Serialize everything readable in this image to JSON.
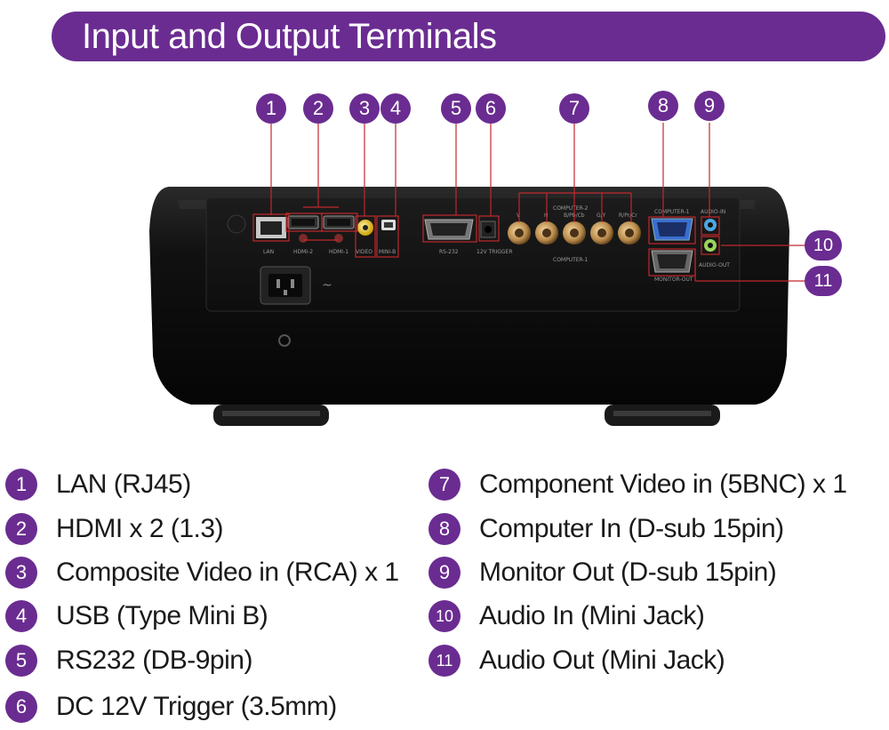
{
  "header": {
    "title": "Input and Output Terminals"
  },
  "colors": {
    "accent": "#6a2c91",
    "callout_line": "#c0282d",
    "body": "#0d0d0d"
  },
  "callouts": [
    {
      "num": "1"
    },
    {
      "num": "2"
    },
    {
      "num": "3"
    },
    {
      "num": "4"
    },
    {
      "num": "5"
    },
    {
      "num": "6"
    },
    {
      "num": "7"
    },
    {
      "num": "8"
    },
    {
      "num": "9"
    },
    {
      "num": "10"
    },
    {
      "num": "11"
    }
  ],
  "panel": {
    "labels": {
      "lan": "LAN",
      "hdmi2": "HDMI-2",
      "hdmi1": "HDMI-1",
      "video": "VIDEO",
      "mini_b": "MINI-B",
      "rs232": "RS-232",
      "trigger": "12V TRIGGER",
      "computer2": "COMPUTER-2",
      "computer1": "COMPUTER-1",
      "bnc": [
        "V",
        "H",
        "B/Pb/Cb",
        "G/Y",
        "R/Pr/Cr"
      ],
      "computer_in": "COMPUTER-1",
      "monitor_out": "MONITOR-OUT",
      "audio_in": "AUDIO-IN",
      "audio_out": "AUDIO-OUT"
    }
  },
  "legend": [
    {
      "num": "1",
      "label": "LAN (RJ45)"
    },
    {
      "num": "2",
      "label": "HDMI x 2 (1.3)"
    },
    {
      "num": "3",
      "label": "Composite Video in (RCA) x 1"
    },
    {
      "num": "4",
      "label": "USB (Type Mini B)"
    },
    {
      "num": "5",
      "label": "RS232 (DB-9pin)"
    },
    {
      "num": "6",
      "label": "DC 12V Trigger (3.5mm)"
    },
    {
      "num": "7",
      "label": "Component Video in (5BNC) x 1"
    },
    {
      "num": "8",
      "label": "Computer In (D-sub 15pin)"
    },
    {
      "num": "9",
      "label": "Monitor Out (D-sub 15pin)"
    },
    {
      "num": "10",
      "label": "Audio In (Mini Jack)"
    },
    {
      "num": "11",
      "label": "Audio Out (Mini Jack)"
    }
  ]
}
